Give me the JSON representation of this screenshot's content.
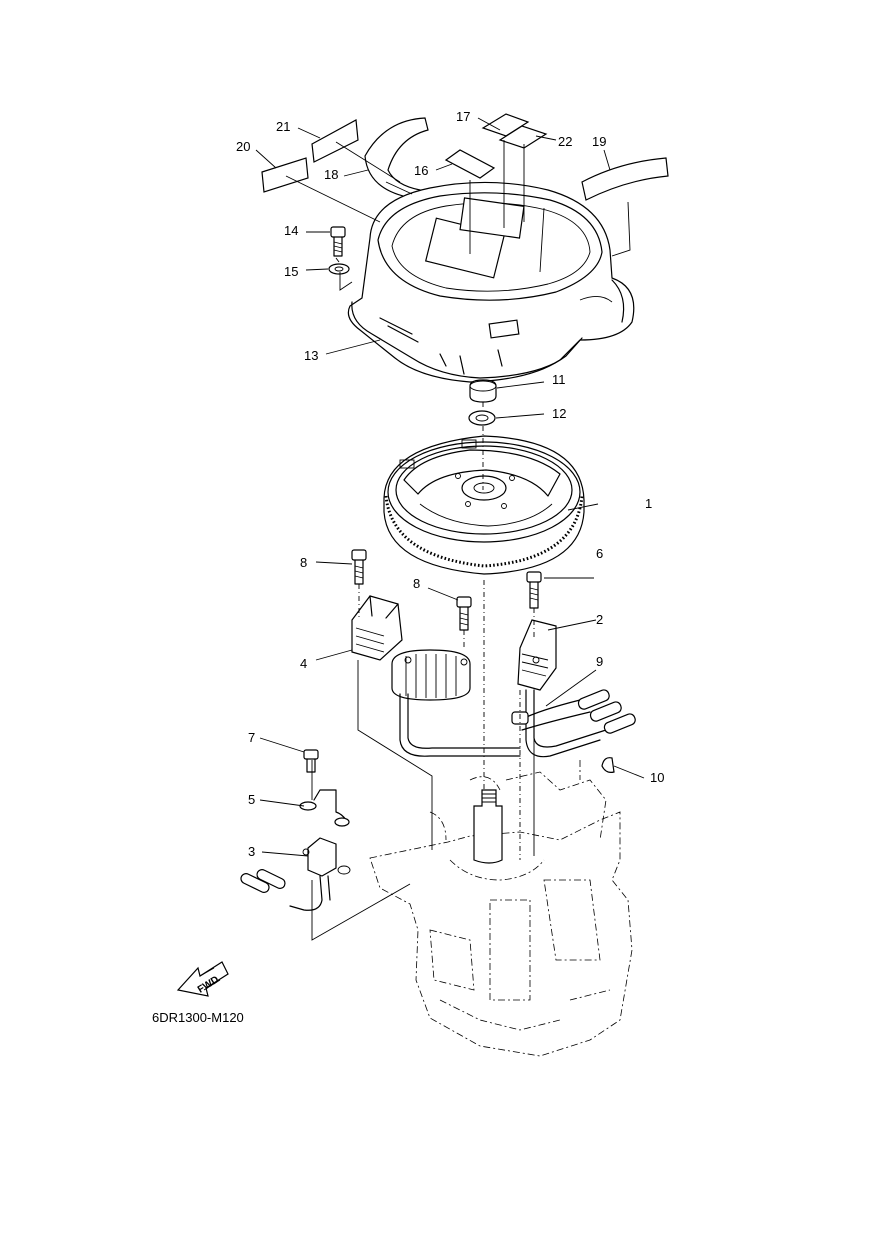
{
  "callouts": {
    "c1": "1",
    "c2": "2",
    "c3": "3",
    "c4": "4",
    "c5": "5",
    "c6": "6",
    "c7": "7",
    "c8a": "8",
    "c8b": "8",
    "c9": "9",
    "c10": "10",
    "c11": "11",
    "c12": "12",
    "c13": "13",
    "c14": "14",
    "c15": "15",
    "c16": "16",
    "c17": "17",
    "c18": "18",
    "c19": "19",
    "c20": "20",
    "c21": "21",
    "c22": "22"
  },
  "fwd_label": "FWD",
  "drawing_code": "6DR1300-M120"
}
